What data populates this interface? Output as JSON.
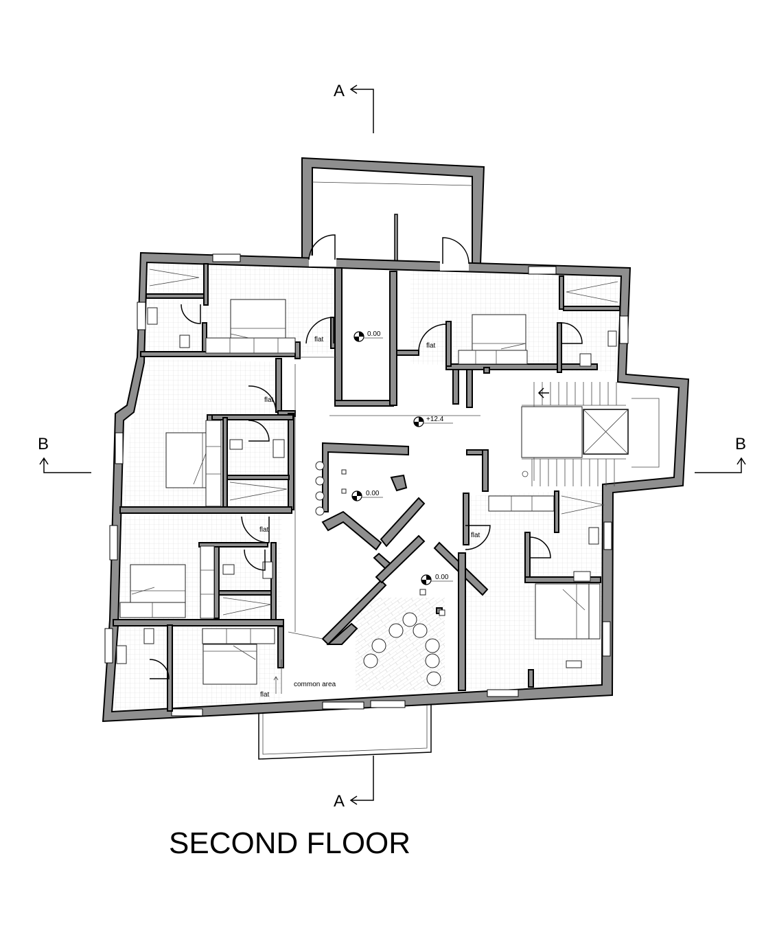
{
  "title": "SECOND FLOOR",
  "section_markers": {
    "a_top": "A",
    "a_bottom": "A",
    "b_left": "B",
    "b_right": "B"
  },
  "room_labels": {
    "flat_top_left": "flat",
    "flat_top_center": "flat",
    "flat_left_upper": "flat",
    "flat_left_lower": "flat",
    "flat_right_center": "flat",
    "flat_bottom_left": "flat",
    "common_area": "common area"
  },
  "levels": {
    "top_shaft": "0.00",
    "hall": "+12.4",
    "center_core": "0.00",
    "lower_core": "0.00"
  },
  "colors": {
    "wall": "#8f8f8f",
    "tile_grid": "#d9d9d9",
    "line": "#000000"
  }
}
